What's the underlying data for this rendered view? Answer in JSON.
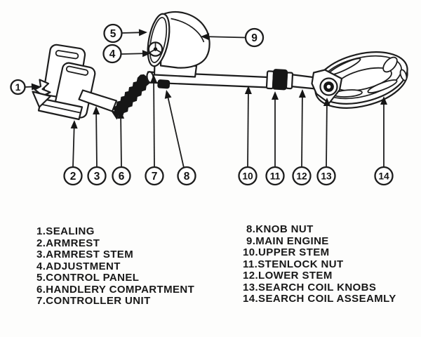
{
  "diagram": {
    "title": "metal detector parts diagram",
    "ink_color": "#1d1d1d",
    "paper_color": "#fdfdfc",
    "callouts": [
      {
        "number": "1",
        "circle": [
          25.5,
          124,
          10
        ],
        "from": [
          35.5,
          124
        ],
        "tip": [
          57,
          123
        ],
        "target": "sealing"
      },
      {
        "number": "2",
        "circle": [
          104,
          250.5,
          12.5
        ],
        "from": [
          104,
          238
        ],
        "tip": [
          106,
          171
        ],
        "target": "armrest"
      },
      {
        "number": "3",
        "circle": [
          138,
          250.5,
          12.5
        ],
        "from": [
          138,
          238
        ],
        "tip": [
          137,
          151
        ],
        "target": "armrest stem"
      },
      {
        "number": "4",
        "circle": [
          160,
          76.5,
          12.5
        ],
        "from": [
          172.5,
          77
        ],
        "tip": [
          215,
          76
        ],
        "target": "adjustment"
      },
      {
        "number": "5",
        "circle": [
          161,
          47.5,
          12.5
        ],
        "from": [
          173.5,
          47
        ],
        "tip": [
          210,
          46
        ],
        "target": "control panel"
      },
      {
        "number": "6",
        "circle": [
          173,
          250.5,
          12.5
        ],
        "from": [
          173,
          238
        ],
        "tip": [
          172,
          157
        ],
        "target": "handlery compartment"
      },
      {
        "number": "7",
        "circle": [
          220,
          250.5,
          12.5
        ],
        "from": [
          220,
          238
        ],
        "tip": [
          219,
          106
        ],
        "target": "controller unit"
      },
      {
        "number": "8",
        "circle": [
          266,
          250.5,
          12.5
        ],
        "from": [
          262,
          239
        ],
        "tip": [
          237,
          128
        ],
        "target": "knob nut"
      },
      {
        "number": "9",
        "circle": [
          362.5,
          53.5,
          12.5
        ],
        "from": [
          350,
          53.5
        ],
        "tip": [
          286,
          52
        ],
        "target": "main engine"
      },
      {
        "number": "10",
        "circle": [
          353,
          250.5,
          12.5
        ],
        "from": [
          353,
          238
        ],
        "tip": [
          354,
          122
        ],
        "target": "upper stem"
      },
      {
        "number": "11",
        "circle": [
          392,
          250.5,
          12.5
        ],
        "from": [
          392,
          238
        ],
        "tip": [
          392,
          130
        ],
        "target": "stenlock nut"
      },
      {
        "number": "12",
        "circle": [
          430,
          250.5,
          12.5
        ],
        "from": [
          430,
          238
        ],
        "tip": [
          431,
          127
        ],
        "target": "lower stem"
      },
      {
        "number": "13",
        "circle": [
          465,
          250.5,
          12.5
        ],
        "from": [
          465,
          238
        ],
        "tip": [
          466,
          139
        ],
        "target": "search coil knobs"
      },
      {
        "number": "14",
        "circle": [
          547,
          250.5,
          12.5
        ],
        "from": [
          547,
          238
        ],
        "tip": [
          547,
          137
        ],
        "target": "search coil asseamly"
      }
    ],
    "legend": {
      "left": [
        "1.SEALING",
        "2.ARMREST",
        "3.ARMREST STEM",
        "4.ADJUSTMENT",
        "5.CONTROL PANEL",
        "6.HANDLERY COMPARTMENT",
        "7.CONTROLLER UNIT"
      ],
      "right": [
        "8.KNOB NUT",
        "9.MAIN ENGINE",
        "10.UPPER STEM",
        "11.STENLOCK NUT",
        "12.LOWER STEM",
        "13.SEARCH COIL KNOBS",
        "14.SEARCH COIL ASSEAMLY"
      ]
    }
  }
}
